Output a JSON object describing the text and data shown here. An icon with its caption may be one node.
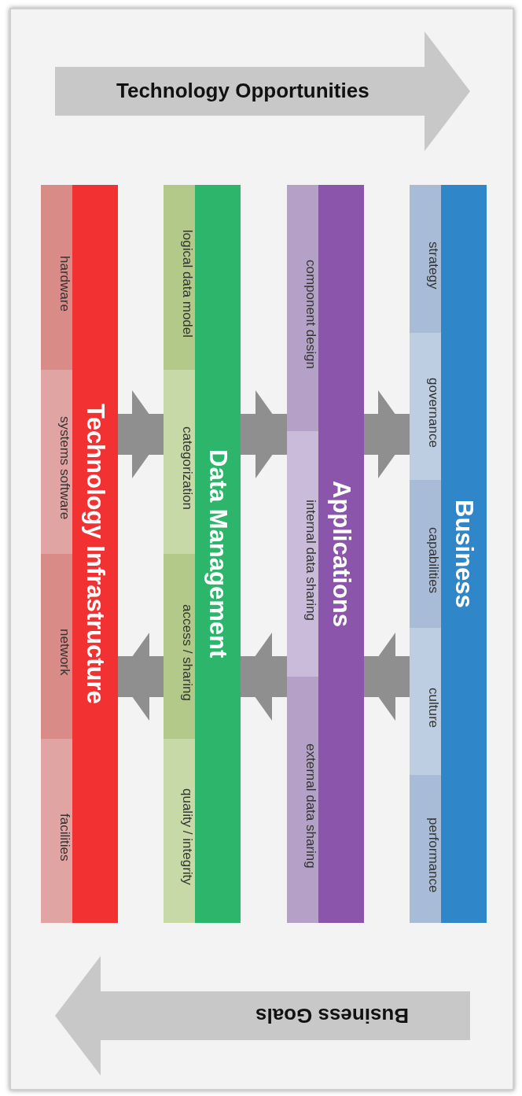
{
  "diagram": {
    "nodes": [
      {
        "text": [
          "Technology Opportunities"
        ]
      },
      {
        "text": [
          "Technology Infrastructure"
        ]
      },
      {
        "text": [
          "hardware"
        ],
        "in": 1
      },
      {
        "text": [
          "systems software"
        ],
        "in": 1
      },
      {
        "text": [
          "network"
        ],
        "in": 1
      },
      {
        "text": [
          "facilities"
        ],
        "in": 1
      },
      {
        "text": [
          "Data Management"
        ]
      },
      {
        "text": [
          "logical data model"
        ],
        "in": 6
      },
      {
        "text": [
          "categorization"
        ],
        "in": 6
      },
      {
        "text": [
          "access / sharing"
        ],
        "in": 6
      },
      {
        "text": [
          "quality / integrity"
        ],
        "in": 6
      },
      {
        "text": [
          "Applications"
        ]
      },
      {
        "text": [
          "component design"
        ],
        "in": 11
      },
      {
        "text": [
          "internal data sharing"
        ],
        "in": 11
      },
      {
        "text": [
          "external data sharing"
        ],
        "in": 11
      },
      {
        "text": [
          "Business"
        ]
      },
      {
        "text": [
          "strategy"
        ],
        "in": 15
      },
      {
        "text": [
          "governance"
        ],
        "in": 15
      },
      {
        "text": [
          "capabilities"
        ],
        "in": 15
      },
      {
        "text": [
          "culture"
        ],
        "in": 15
      },
      {
        "text": [
          "performance"
        ],
        "in": 15
      },
      {
        "text": [
          "Business Goals"
        ]
      }
    ],
    "edges": [
      {
        "from": 1,
        "to": 6,
        "arrow": "to"
      },
      {
        "from": 6,
        "to": 11,
        "arrow": "to"
      },
      {
        "from": 11,
        "to": 15,
        "arrow": "to"
      },
      {
        "from": 15,
        "to": 11,
        "arrow": "to"
      },
      {
        "from": 11,
        "to": 6,
        "arrow": "to"
      },
      {
        "from": 6,
        "to": 1,
        "arrow": "to"
      }
    ]
  }
}
